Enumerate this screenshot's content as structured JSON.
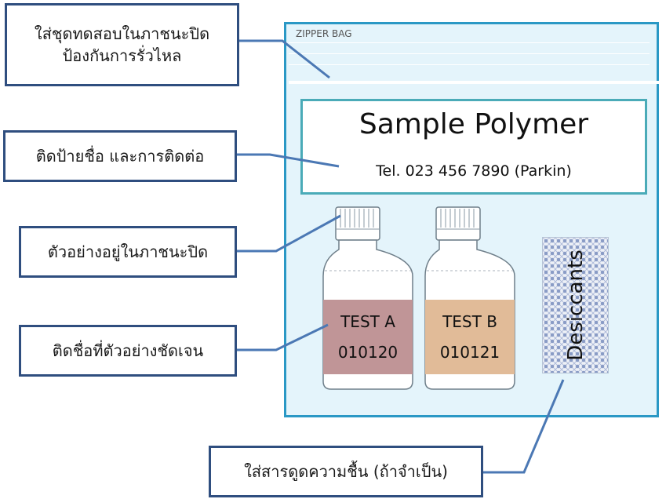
{
  "callouts": {
    "container": [
      "ใส่ชุดทดสอบในภาชนะปิด",
      "ป้องกันการรั่วไหล"
    ],
    "label": "ติดป้ายชื่อ และการติดต่อ",
    "sample": "ตัวอย่างอยู่ในภาชนะปิด",
    "naming": "ติดชื่อที่ตัวอย่างชัดเจน",
    "desiccant": "ใส่สารดูดความชื้น (ถ้าจำเป็น)"
  },
  "bag": {
    "title": "ZIPPER BAG",
    "label_title": "Sample Polymer",
    "label_tel": "Tel. 023 456 7890 (Parkin)"
  },
  "bottles": [
    {
      "name": "TEST A",
      "code": "010120",
      "color": "#c09597"
    },
    {
      "name": "TEST B",
      "code": "010121",
      "color": "#e1bb98"
    }
  ],
  "desiccant": {
    "label": "Desiccants"
  },
  "colors": {
    "callout_border": "#2f4e7f",
    "connector": "#4b78b4",
    "bag_border": "#2a98c5",
    "bag_fill": "#e4f4fb",
    "label_border": "#4aabb8"
  }
}
